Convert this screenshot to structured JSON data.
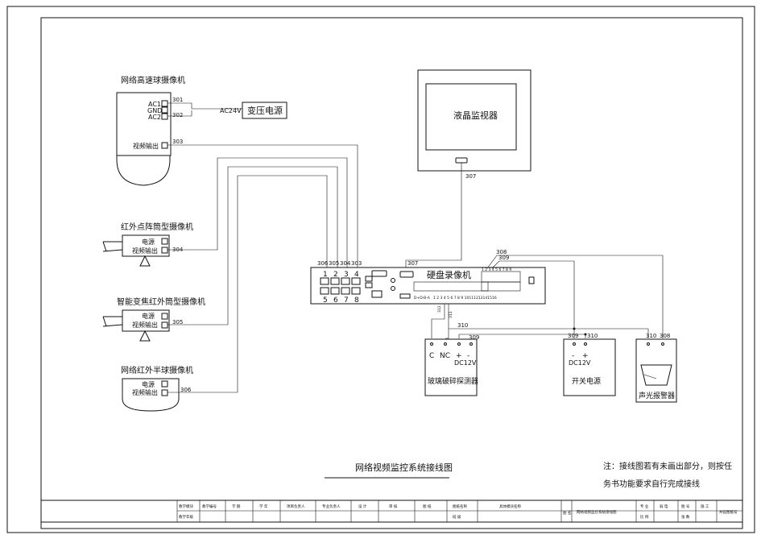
{
  "title": "网络视频监控系统接线图",
  "note": [
    "注：接线图若有未画出部分，则按任",
    "务书功能要求自行完成接线"
  ],
  "cameras": {
    "speed_dome": {
      "name": "网络高速球摄像机",
      "ports": [
        "AC1",
        "GND",
        "AC2"
      ],
      "video_out": "视频输出"
    },
    "ir_bullet": {
      "name": "红外点阵筒型摄像机",
      "power": "电源",
      "video_out": "视频输出"
    },
    "zoom_bullet": {
      "name": "智能变焦红外筒型摄像机",
      "power": "电源",
      "video_out": "视频输出"
    },
    "half_dome": {
      "name": "网络红外半球摄像机",
      "power": "电源",
      "video_out": "视频输出"
    }
  },
  "transformer": {
    "label": "变压电源",
    "voltage": "AC24V"
  },
  "monitor": {
    "label": "液晶监视器"
  },
  "nvr": {
    "label": "硬盘录像机",
    "ports_top": [
      "1",
      "2",
      "3",
      "4"
    ],
    "ports_bottom": [
      "5",
      "6",
      "7",
      "8"
    ],
    "alarm_in_digits": "1 2 3 4 5 6 7 8 9 10111213141516",
    "alarm_in_prefix": "D+D-B-A",
    "alarm_out_digits": "1 2 3 4 5 6 7 8 9"
  },
  "glass_detector": {
    "label": "玻璃破碎探测器",
    "terminals": [
      "C",
      "NC",
      "+",
      "-"
    ],
    "dc": "DC12V"
  },
  "psu": {
    "label": "开关电源",
    "terminals": [
      "-",
      "+"
    ],
    "dc": "DC12V"
  },
  "siren": {
    "label": "声光报警器"
  },
  "wires": {
    "w301": "301",
    "w302": "302",
    "w303": "303",
    "w304": "304",
    "w305": "305",
    "w306": "306",
    "w307": "307",
    "w308": "308",
    "w309": "309",
    "w310": "310",
    "w311": "311",
    "w312": "312"
  },
  "nvr_port_labels": [
    "306",
    "305",
    "304",
    "303"
  ],
  "title_block": {
    "row1": [
      "教学模块",
      "教学编号",
      "学  期",
      "学  年",
      "项目负责人",
      "专业负责人",
      "设  计",
      "审  核",
      "图  纸",
      "图纸名称",
      "具体模块名称",
      "图  名",
      "网络视频监控系统接线图",
      "专  业",
      "弱  电",
      "图  号",
      "施  工",
      "共设图纸号"
    ],
    "row2": [
      "教学年级",
      "班  级",
      "比  例",
      "张  数"
    ]
  }
}
